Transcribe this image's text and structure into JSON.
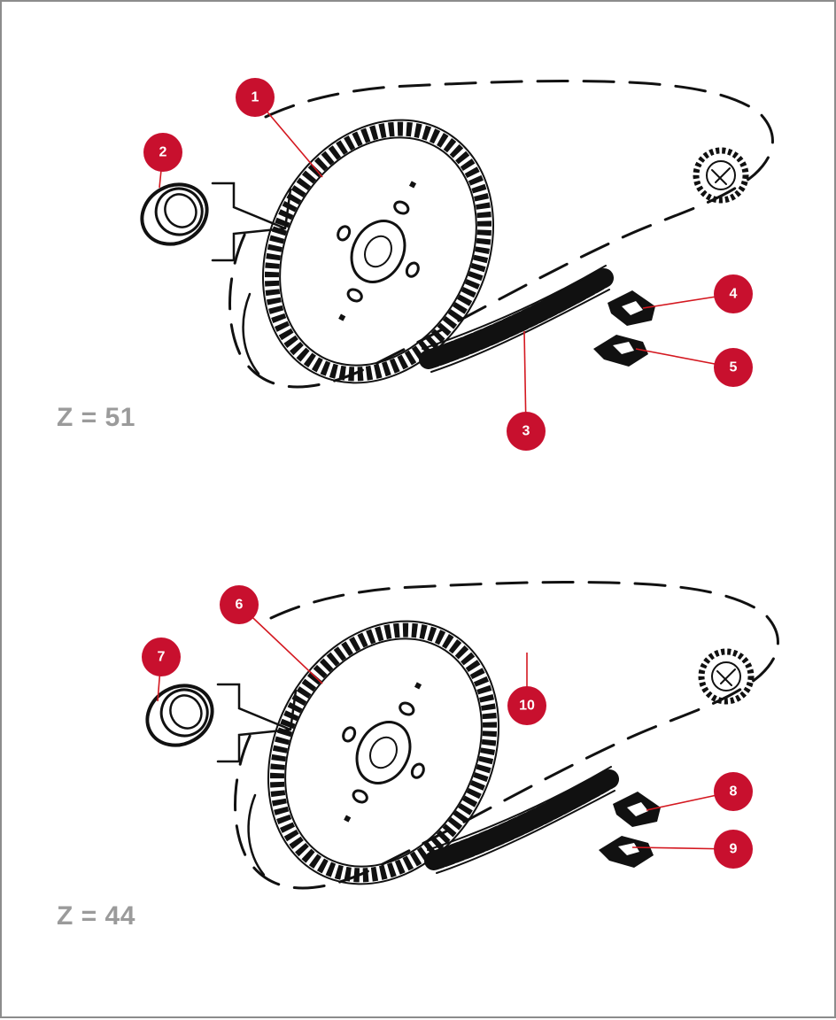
{
  "colors": {
    "callout": "#c8102e",
    "leader": "#d41820",
    "ink": "#111111",
    "label": "#9b9b9b",
    "border": "#8c8c8c"
  },
  "assemblies": [
    {
      "label": "Z = 51",
      "callouts": [
        "1",
        "2",
        "3",
        "4",
        "5"
      ]
    },
    {
      "label": "Z = 44",
      "callouts": [
        "6",
        "7",
        "8",
        "9",
        "10"
      ]
    }
  ]
}
